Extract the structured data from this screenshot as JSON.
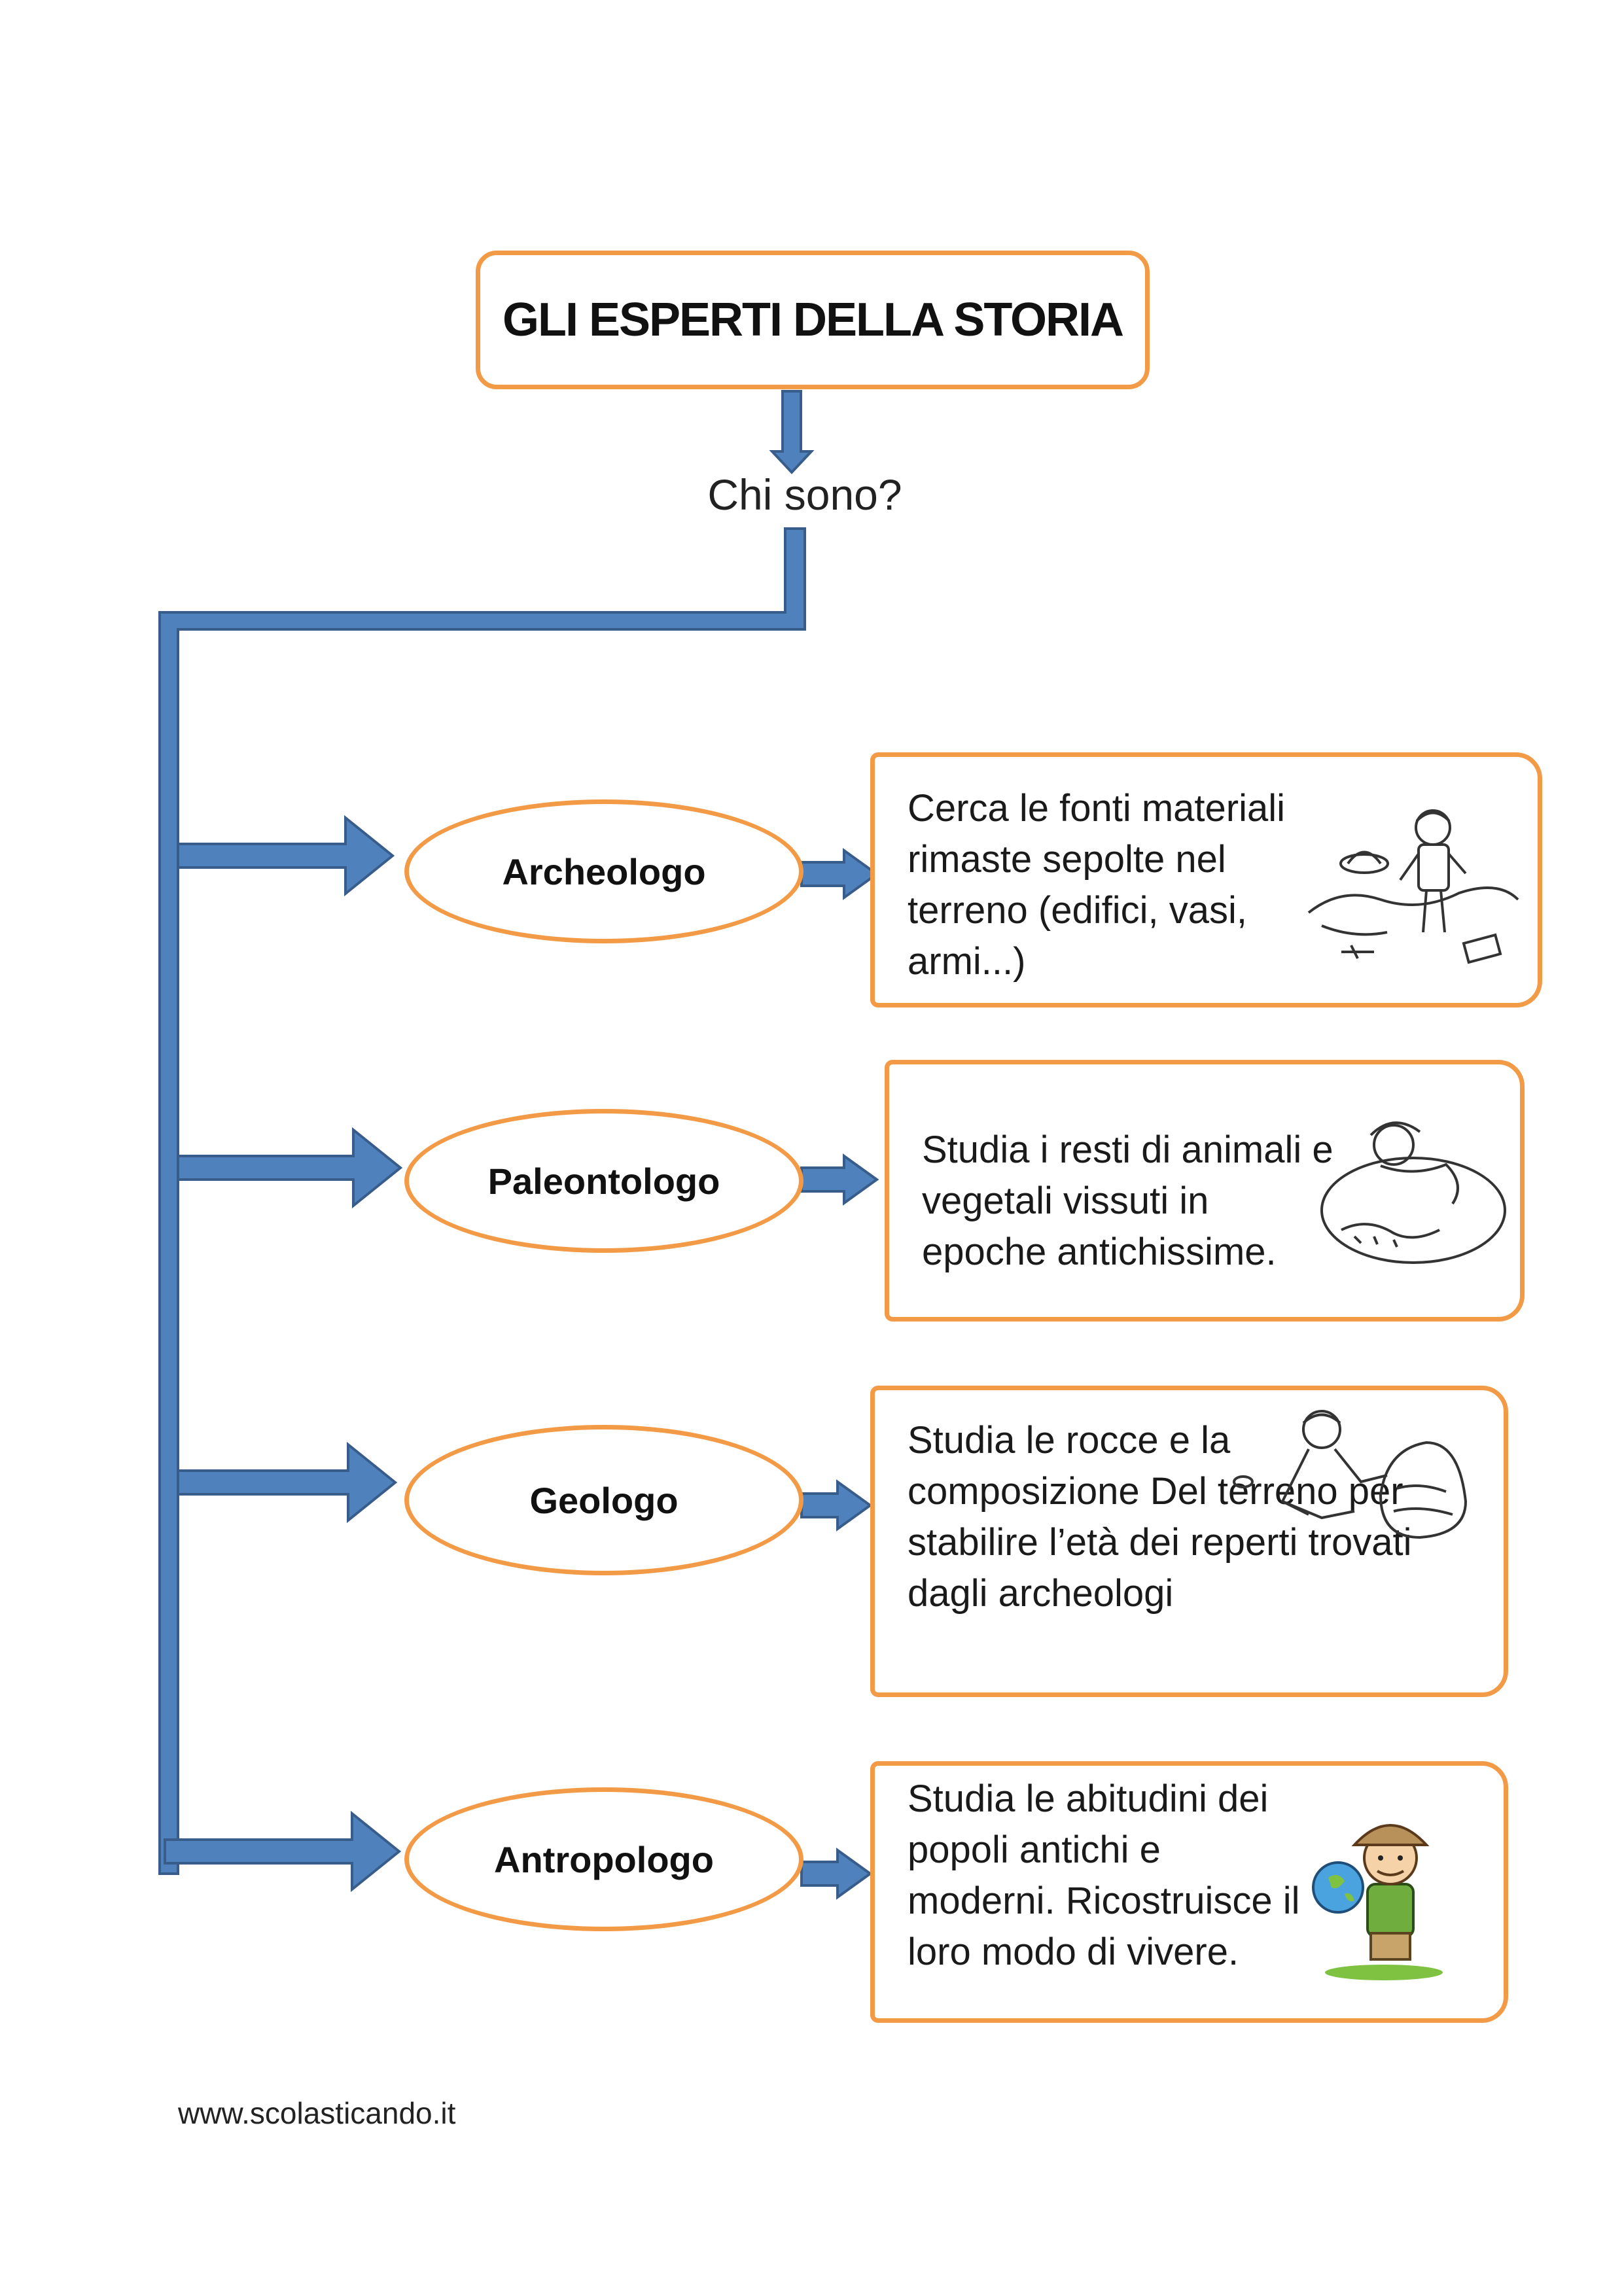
{
  "title": "GLI ESPERTI DELLA STORIA",
  "question": "Chi sono?",
  "experts": [
    {
      "name": "Archeologo",
      "description": "Cerca le fonti materiali rimaste sepolte nel terreno (edifici, vasi, armi...)",
      "illustration_icon": "archaeologist-digging-icon"
    },
    {
      "name": "Paleontologo",
      "description": "Studia i resti di animali e vegetali vissuti in epoche antichissime.",
      "illustration_icon": "paleontologist-fossil-icon"
    },
    {
      "name": "Geologo",
      "description": "Studia le rocce e la composizione Del terreno per stabilire l’età dei reperti trovati dagli archeologi",
      "illustration_icon": "geologist-rock-icon"
    },
    {
      "name": "Antropologo",
      "description": "Studia le abitudini dei popoli antichi e moderni. Ricostruisce il loro modo di vivere.",
      "illustration_icon": "explorer-globe-icon"
    }
  ],
  "footer": "www.scolasticando.it",
  "colors": {
    "box_border": "#f39a47",
    "arrow_fill": "#4f81bd",
    "arrow_stroke": "#385d8a"
  }
}
